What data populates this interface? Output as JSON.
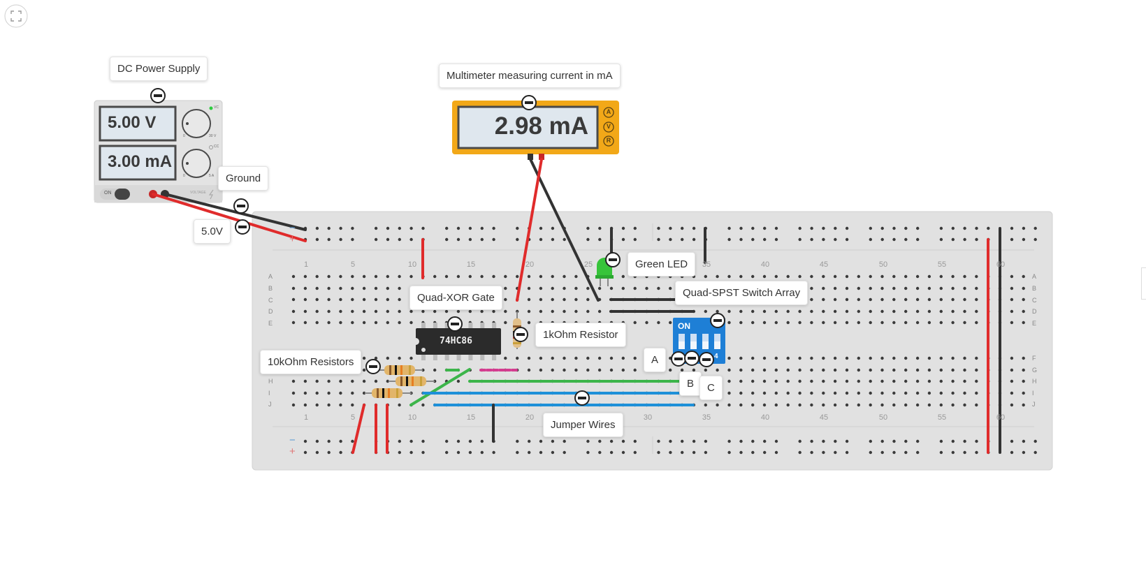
{
  "labels": {
    "power_supply": "DC Power Supply",
    "multimeter": "Multimeter measuring current in mA",
    "ground": "Ground",
    "five_volt": "5.0V",
    "green_led": "Green LED",
    "switch_array": "Quad-SPST Switch Array",
    "xor_gate": "Quad-XOR Gate",
    "resistor_1k": "1kOhm Resistor",
    "resistors_10k": "10kOhm Resistors",
    "jumper_wires": "Jumper Wires",
    "input_a": "A",
    "input_b": "B",
    "input_c": "C"
  },
  "power_supply": {
    "voltage": "5.00 V",
    "current": "3.00 mA",
    "on_label": "ON",
    "vc_label": "VC",
    "cc_label": "CC",
    "dial1_min": "0",
    "dial1_max": "30 V",
    "dial2_min": "0",
    "dial2_max": "5 A",
    "side_label": "VOLTAGE"
  },
  "multimeter": {
    "reading": "2.98 mA",
    "modes": [
      "A",
      "V",
      "R"
    ]
  },
  "chip": {
    "label": "74HC86"
  },
  "switch": {
    "on_label": "ON",
    "num_label": "4"
  },
  "breadboard": {
    "rows_top": [
      "A",
      "B",
      "C",
      "D",
      "E"
    ],
    "rows_bottom": [
      "F",
      "G",
      "H",
      "I",
      "J"
    ],
    "column_numbers": [
      "1",
      "5",
      "10",
      "15",
      "20",
      "25",
      "30",
      "35",
      "40",
      "45",
      "50",
      "55",
      "60"
    ],
    "rail_minus": "−",
    "rail_plus": "+"
  },
  "colors": {
    "wire_red": "#e02b2b",
    "wire_black": "#333333",
    "wire_green": "#3cb54a",
    "wire_blue": "#1e90d8",
    "wire_magenta": "#d43c8f",
    "multimeter_body": "#f2a818",
    "switch_body": "#1e7fd6",
    "led_green": "#37c43a",
    "breadboard": "#e1e1e1"
  },
  "icons": {
    "fullscreen": "fullscreen-icon",
    "collapse": "minus-circle-icon"
  }
}
